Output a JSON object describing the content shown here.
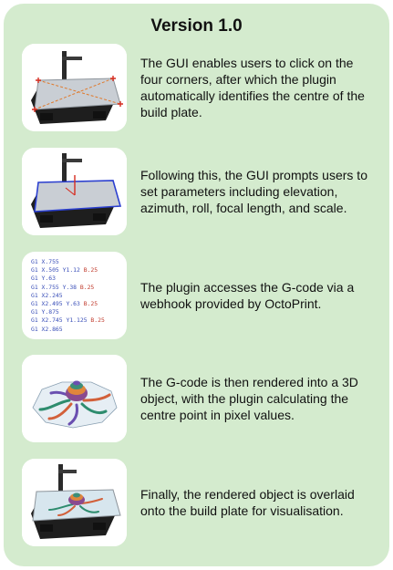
{
  "title": "Version 1.0",
  "steps": [
    {
      "text": "The GUI enables users to click on the four corners, after which the plugin automatically identifies the centre of the build plate.",
      "image": "printer-bed-corners"
    },
    {
      "text": "Following this, the GUI prompts users to set parameters including elevation, azimuth, roll, focal length, and scale.",
      "image": "printer-bed-parameters"
    },
    {
      "text": "The plugin accesses the G-code via a webhook provided by OctoPrint.",
      "image": "gcode-listing"
    },
    {
      "text": "The G-code is then rendered into a 3D object, with the plugin calculating the centre point in pixel values.",
      "image": "rendered-3d-object"
    },
    {
      "text": "Finally, the rendered object is overlaid onto the build plate for visualisation.",
      "image": "overlay-on-bed"
    }
  ],
  "gcode_lines": [
    {
      "code": "G1 X.755",
      "extra": ""
    },
    {
      "code": "G1 X.505 Y1.12",
      "extra": " B.25"
    },
    {
      "code": "G1 Y.63",
      "extra": ""
    },
    {
      "code": "G1 X.755 Y.38",
      "extra": " B.25"
    },
    {
      "code": "G1 X2.245",
      "extra": ""
    },
    {
      "code": "G1 X2.495 Y.63",
      "extra": " B.25"
    },
    {
      "code": "G1 Y.875",
      "extra": ""
    },
    {
      "code": "G1 X2.745 Y1.125",
      "extra": " B.25"
    },
    {
      "code": "G1 X2.865",
      "extra": ""
    }
  ],
  "colors": {
    "panel": "#d4ebce",
    "gcode_text": "#3a4fb8",
    "marker_red": "#d62c20",
    "plate_outline": "#2b3fd0"
  }
}
